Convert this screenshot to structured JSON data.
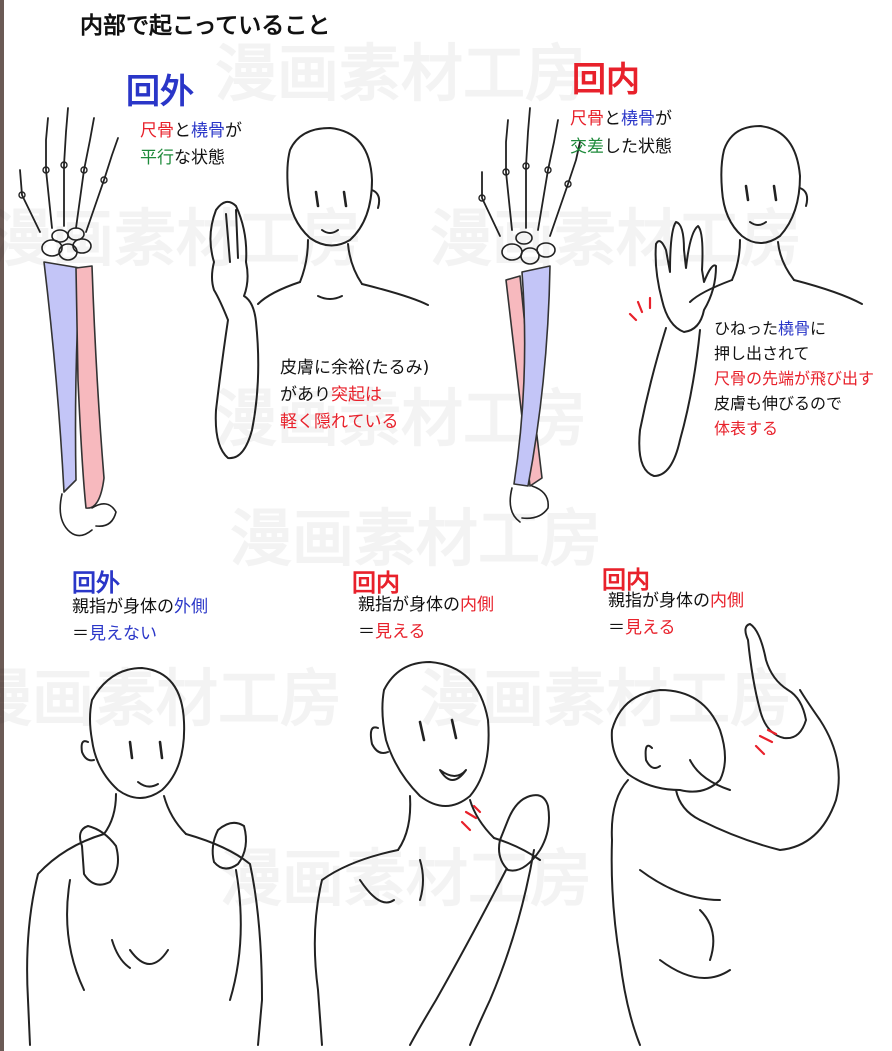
{
  "title": "内部で起こっていること",
  "watermark": "漫画素材工房",
  "colors": {
    "red": "#e8212b",
    "blue": "#2a36c8",
    "green": "#1d8a3a",
    "ulna": "#f7b9be",
    "radius": "#c3c5f7",
    "line": "#222222"
  },
  "top_left": {
    "heading": "回外",
    "bones": {
      "ulna": "尺骨",
      "and": "と",
      "radius": "橈骨",
      "ga": "が"
    },
    "state": {
      "parallel": "平行",
      "rest": "な状態"
    },
    "skin": {
      "line1": "皮膚に余裕(たるみ)",
      "line2a": "があり",
      "line2b": "突起は",
      "line3": "軽く隠れている"
    }
  },
  "top_right": {
    "heading": "回内",
    "bones": {
      "ulna": "尺骨",
      "and": "と",
      "radius": "橈骨",
      "ga": "が"
    },
    "state": {
      "cross": "交差",
      "rest": "した状態"
    },
    "desc": {
      "line1a": "ひねった",
      "line1b": "橈骨",
      "line1c": "に",
      "line2": "押し出されて",
      "line3": "尺骨の先端が飛び出す",
      "line4": "皮膚も伸びるので",
      "line5": "体表する"
    }
  },
  "bottom": [
    {
      "heading": "回外",
      "line1a": "親指が身体の",
      "line1b": "外側",
      "line2a": "＝",
      "line2b": "見えない"
    },
    {
      "heading": "回内",
      "line1a": "親指が身体の",
      "line1b": "内側",
      "line2a": "＝",
      "line2b": "見える"
    },
    {
      "heading": "回内",
      "line1a": "親指が身体の",
      "line1b": "内側",
      "line2a": "＝",
      "line2b": "見える"
    }
  ]
}
